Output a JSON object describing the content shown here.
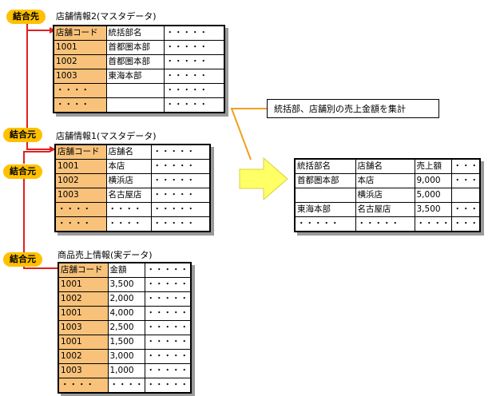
{
  "badges": {
    "join_target": "結合先",
    "join_source_a": "結合元",
    "join_source_b": "結合元",
    "join_source_c": "結合元"
  },
  "tables": {
    "store_info2": {
      "title": "店舗情報2(マスタデータ)",
      "rows": [
        [
          "店舗コード",
          "統括部名",
          "・・・・・"
        ],
        [
          "1001",
          "首都圏本部",
          "・・・・・"
        ],
        [
          "1002",
          "首都圏本部",
          "・・・・・"
        ],
        [
          "1003",
          "東海本部",
          "・・・・・"
        ],
        [
          "・・・・",
          "",
          "・・・・・"
        ],
        [
          "・・・・",
          "",
          "・・・・・"
        ]
      ]
    },
    "store_info1": {
      "title": "店舗情報1(マスタデータ)",
      "rows": [
        [
          "店舗コード",
          "店舗名",
          "・・・・・"
        ],
        [
          "1001",
          "本店",
          "・・・・・"
        ],
        [
          "1002",
          "横浜店",
          "・・・・・"
        ],
        [
          "1003",
          "名古屋店",
          "・・・・・"
        ],
        [
          "・・・・",
          "・・・・",
          "・・・・・"
        ],
        [
          "・・・・",
          "・・・・",
          "・・・・・"
        ]
      ]
    },
    "sales": {
      "title": "商品売上情報(実データ)",
      "rows": [
        [
          "店舗コード",
          "金額",
          "・・・・・"
        ],
        [
          "1001",
          "3,500",
          "・・・・・"
        ],
        [
          "1002",
          "2,000",
          "・・・・・"
        ],
        [
          "1001",
          "4,000",
          "・・・・・"
        ],
        [
          "1003",
          "2,500",
          "・・・・・"
        ],
        [
          "1001",
          "1,500",
          "・・・・・"
        ],
        [
          "1002",
          "3,000",
          "・・・・・"
        ],
        [
          "1003",
          "1,000",
          "・・・・・"
        ],
        [
          "・・・・",
          "・・・・",
          "・・・・・"
        ]
      ]
    },
    "result": {
      "rows": [
        [
          "統括部名",
          "店舗名",
          "売上額",
          "・・・・・"
        ],
        [
          "首都圏本部",
          "本店",
          "9,000",
          "・・・・・"
        ],
        [
          "",
          "横浜店",
          "5,000",
          ""
        ],
        [
          "東海本部",
          "名古屋店",
          "3,500",
          "・・・・・"
        ],
        [
          "・・・・・",
          "・・・・・",
          "・・・・・",
          "・・・・・"
        ]
      ]
    }
  },
  "callout": "統括部、店舗別の売上金額を集計",
  "colors": {
    "badge": "#ffc000",
    "key_column": "#f8c27a",
    "join_line": "#e02020",
    "arrow_fill": "#ffff66",
    "callout_line": "#f0a020"
  }
}
